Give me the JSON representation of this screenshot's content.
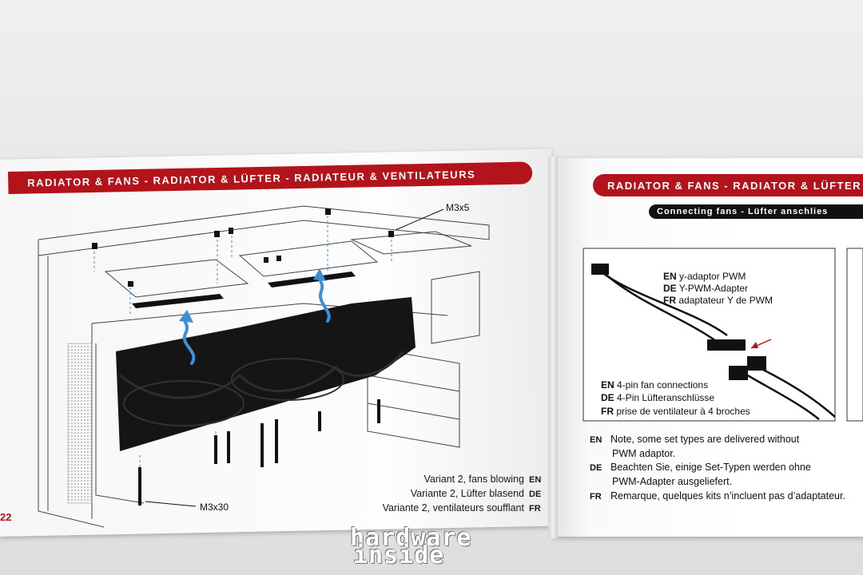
{
  "left_page": {
    "banner": "Radiator & Fans - Radiator & Lüfter - Radiateur & Ventilateurs",
    "screw_top": "M3x5",
    "screw_bottom": "M3x30",
    "captions": [
      {
        "text": "Variant 2, fans blowing",
        "lang": "EN"
      },
      {
        "text": "Variante 2, Lüfter blasend",
        "lang": "DE"
      },
      {
        "text": "Variante 2, ventilateurs soufflant",
        "lang": "FR"
      }
    ],
    "page_number": "22"
  },
  "right_page": {
    "banner": "Radiator & Fans - Radiator & Lüfter",
    "sub_banner": "Connecting fans - Lüfter anschlies",
    "adaptor_labels": [
      {
        "lang": "EN",
        "text": "y-adaptor PWM"
      },
      {
        "lang": "DE",
        "text": "Y-PWM-Adapter"
      },
      {
        "lang": "FR",
        "text": "adaptateur Y de PWM"
      }
    ],
    "connector_labels": [
      {
        "lang": "EN",
        "text": "4-pin fan connections"
      },
      {
        "lang": "DE",
        "text": "4-Pin Lüfteranschlüsse"
      },
      {
        "lang": "FR",
        "text": "prise de ventilateur à 4 broches"
      }
    ],
    "notes": [
      {
        "lang": "EN",
        "line1": "Note, some set types are delivered without",
        "line2": "PWM adaptor."
      },
      {
        "lang": "DE",
        "line1": "Beachten Sie, einige Set-Typen werden ohne",
        "line2": "PWM-Adapter ausgeliefert."
      },
      {
        "lang": "FR",
        "line1": "Remarque, quelques kits n’incluent pas d’adaptateur.",
        "line2": ""
      }
    ]
  },
  "watermark": {
    "line1": "hardware",
    "line2": "inside"
  },
  "colors": {
    "banner_red": "#b3141c",
    "arrow_blue": "#3b8fd9",
    "sub_banner": "#111111"
  }
}
